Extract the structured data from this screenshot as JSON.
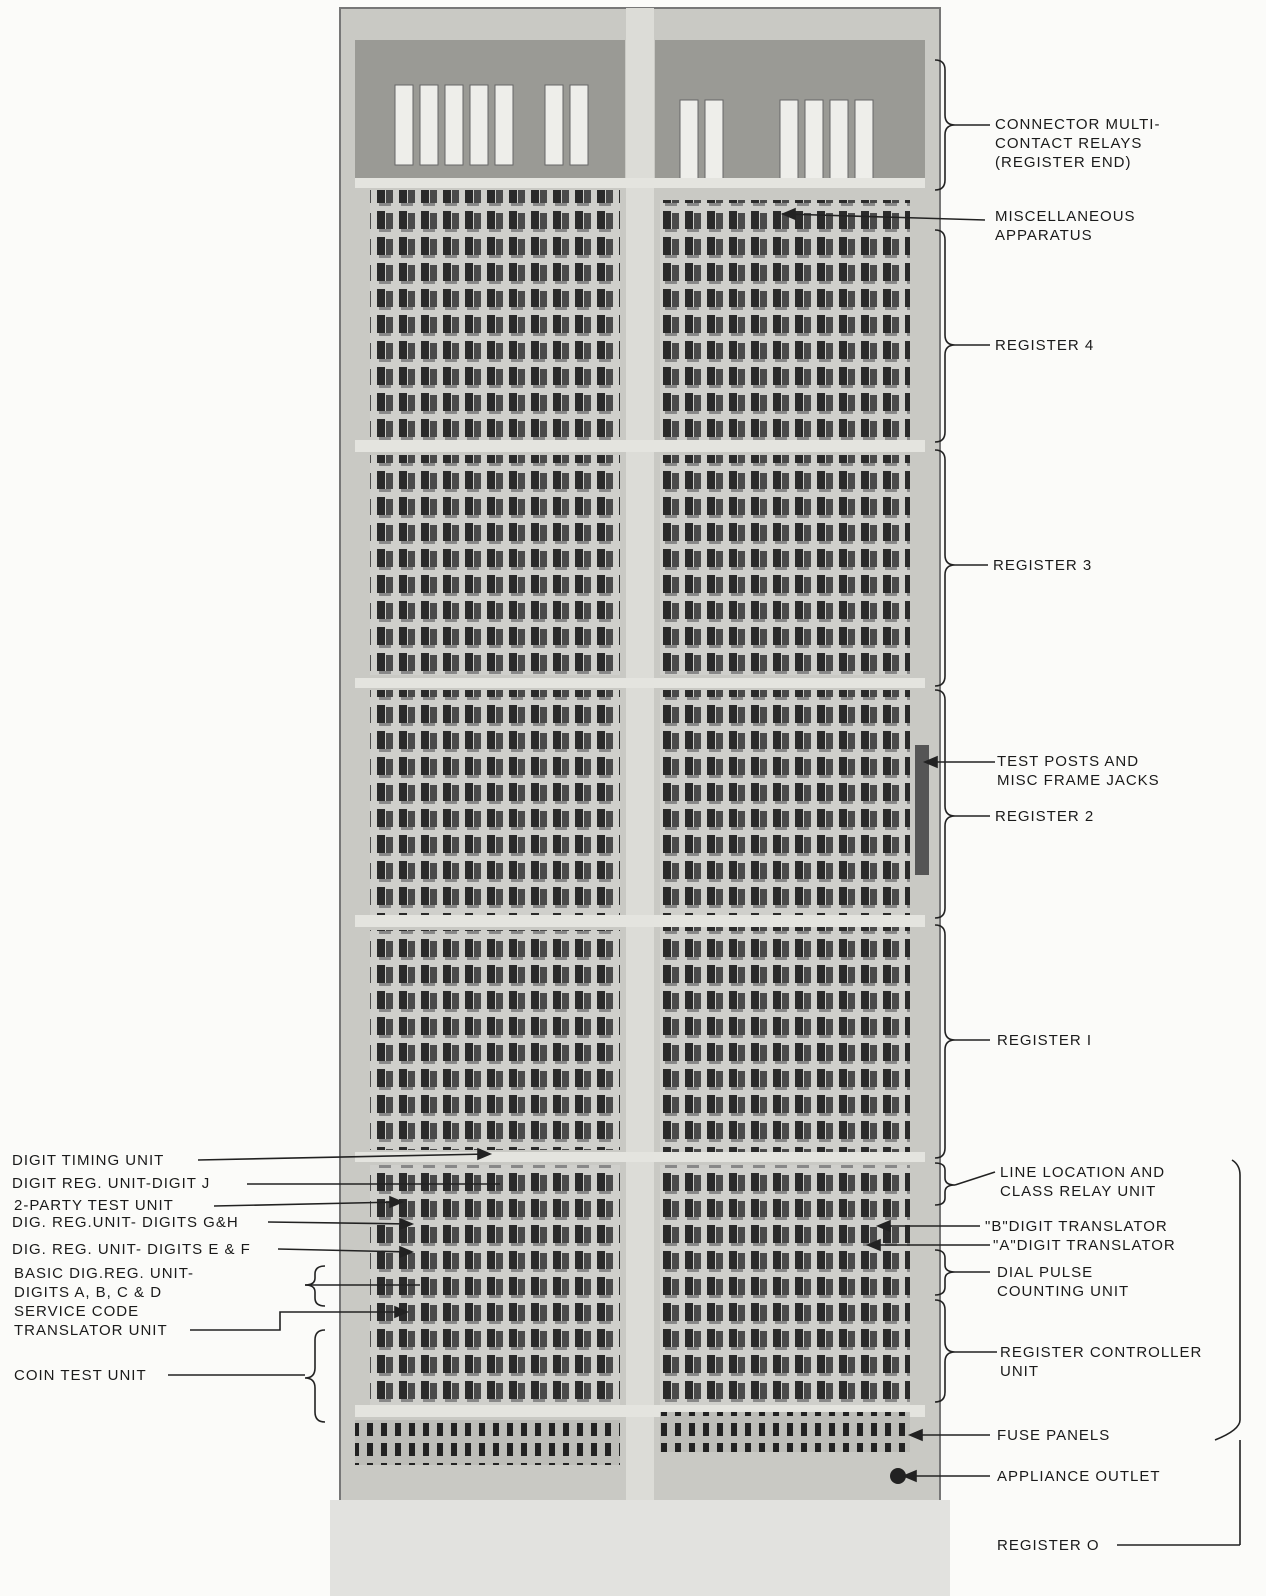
{
  "right_labels": {
    "connector_relays": [
      "CONNECTOR MULTI-",
      "CONTACT RELAYS",
      "(REGISTER END)"
    ],
    "misc_apparatus": [
      "MISCELLANEOUS",
      "APPARATUS"
    ],
    "register_4": "REGISTER 4",
    "register_3": "REGISTER 3",
    "test_posts": [
      "TEST POSTS AND",
      "MISC FRAME JACKS"
    ],
    "register_2": "REGISTER 2",
    "register_1": "REGISTER I",
    "line_location": [
      "LINE LOCATION AND",
      "CLASS RELAY UNIT"
    ],
    "b_translator": "\"B\"DIGIT TRANSLATOR",
    "a_translator": "\"A\"DIGIT TRANSLATOR",
    "dial_pulse": [
      "DIAL PULSE",
      "COUNTING UNIT"
    ],
    "register_controller": [
      "REGISTER CONTROLLER",
      "UNIT"
    ],
    "fuse_panels": "FUSE PANELS",
    "appliance_outlet": "APPLIANCE OUTLET",
    "register_0": "REGISTER O"
  },
  "left_labels": {
    "digit_timing": "DIGIT TIMING UNIT",
    "digit_reg_j": "DIGIT REG. UNIT-DIGIT J",
    "two_party": "2-PARTY TEST UNIT",
    "digits_gh": "DIG. REG.UNIT- DIGITS G&H",
    "digits_ef": "DIG. REG. UNIT- DIGITS E & F",
    "basic_dig": [
      "BASIC DIG.REG. UNIT-",
      "DIGITS A, B, C & D"
    ],
    "service_code": [
      "SERVICE CODE",
      "TRANSLATOR UNIT"
    ],
    "coin_test": "COIN TEST UNIT"
  }
}
